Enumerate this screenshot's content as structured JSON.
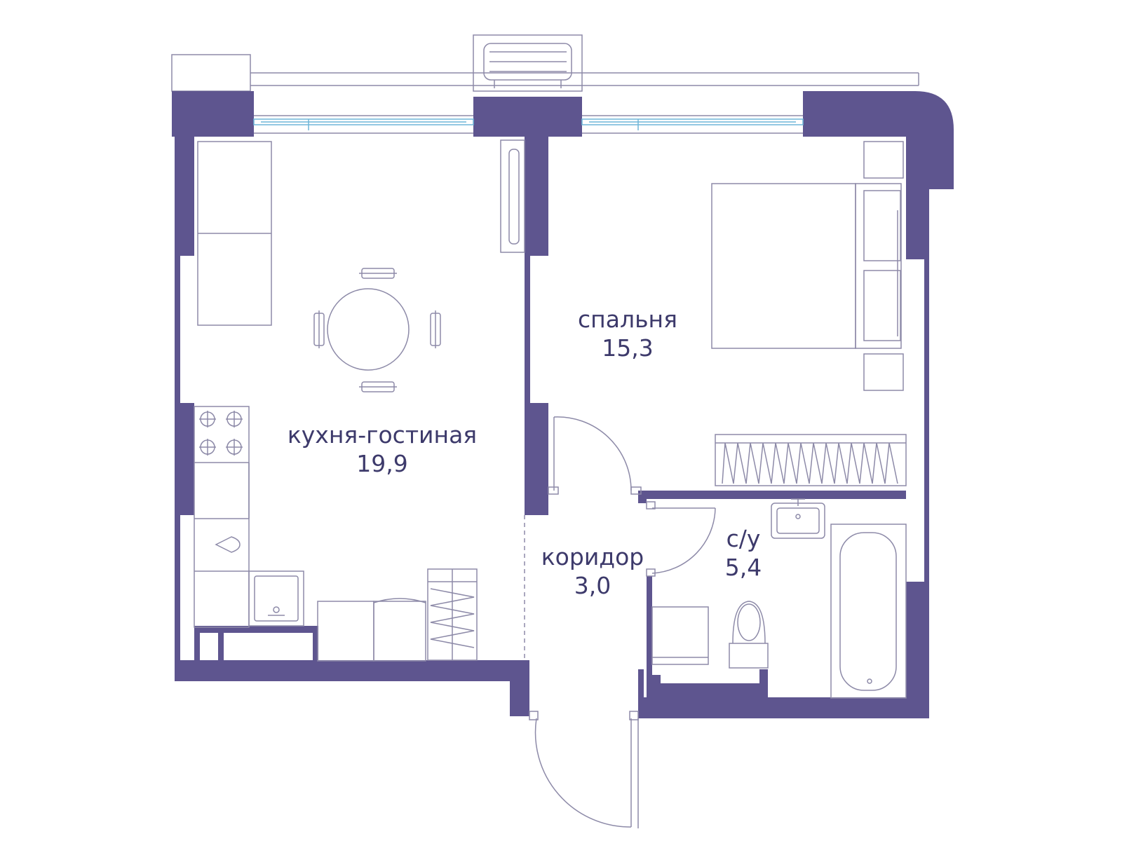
{
  "colors": {
    "wall": "#5e558f",
    "line": "#8d8aa8",
    "text": "#3d3a6b",
    "window": "#6fb6d8"
  },
  "rooms": {
    "kitchen": {
      "name": "кухня-гостиная",
      "area": "19,9"
    },
    "bedroom": {
      "name": "спальня",
      "area": "15,3"
    },
    "corridor": {
      "name": "коридор",
      "area": "3,0"
    },
    "bathroom": {
      "name": "с/у",
      "area": "5,4"
    }
  },
  "icons": [
    "dining-table-icon",
    "chair-icon",
    "sofa-icon",
    "stove-icon",
    "sink-icon",
    "bed-icon",
    "wardrobe-icon",
    "toilet-icon",
    "bathtub-icon",
    "door-icon",
    "window-icon",
    "ac-unit-icon"
  ]
}
